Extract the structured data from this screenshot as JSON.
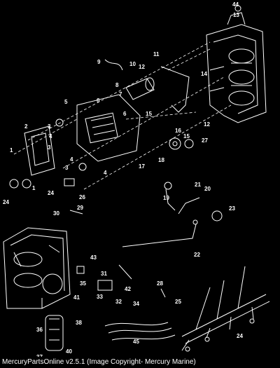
{
  "caption": "MercuryPartsOnline v2.5.1 (Image Copyright- Mercury Marine)",
  "callouts": [
    "1",
    "2",
    "3",
    "4",
    "5",
    "6",
    "7",
    "8",
    "9",
    "10",
    "11",
    "12",
    "13",
    "14",
    "15",
    "16",
    "17",
    "18",
    "19",
    "20",
    "21",
    "22",
    "23",
    "24",
    "25",
    "26",
    "27",
    "28",
    "29",
    "30",
    "31",
    "32",
    "33",
    "34",
    "35",
    "36",
    "37",
    "38",
    "40",
    "41",
    "42",
    "43",
    "44",
    "45"
  ],
  "labels": {
    "n44": "44",
    "n13": "13",
    "n9": "9",
    "n10": "10",
    "n11": "11",
    "n12a": "12",
    "n8": "8",
    "n14": "14",
    "n7": "7",
    "n6a": "6",
    "n5": "5",
    "n2": "2",
    "n3a": "3",
    "n4a": "4",
    "n3b": "3",
    "n1a": "1",
    "n15a": "15",
    "n6b": "6",
    "n12b": "12",
    "n16": "16",
    "n15b": "15",
    "n4b": "4",
    "n4c": "4",
    "n3c": "3",
    "n1b": "1",
    "n24a": "24",
    "n26": "26",
    "n24b": "24",
    "n27": "27",
    "n17": "17",
    "n18": "18",
    "n21": "21",
    "n20": "20",
    "n19": "19",
    "n29": "29",
    "n30": "30",
    "n23": "23",
    "n22": "22",
    "n43": "43",
    "n31": "31",
    "n35": "35",
    "n42": "42",
    "n33": "33",
    "n32": "32",
    "n34": "34",
    "n28": "28",
    "n25": "25",
    "n41": "41",
    "n38": "38",
    "n36": "36",
    "n45": "45",
    "n24c": "24",
    "n37": "37",
    "n40": "40"
  }
}
